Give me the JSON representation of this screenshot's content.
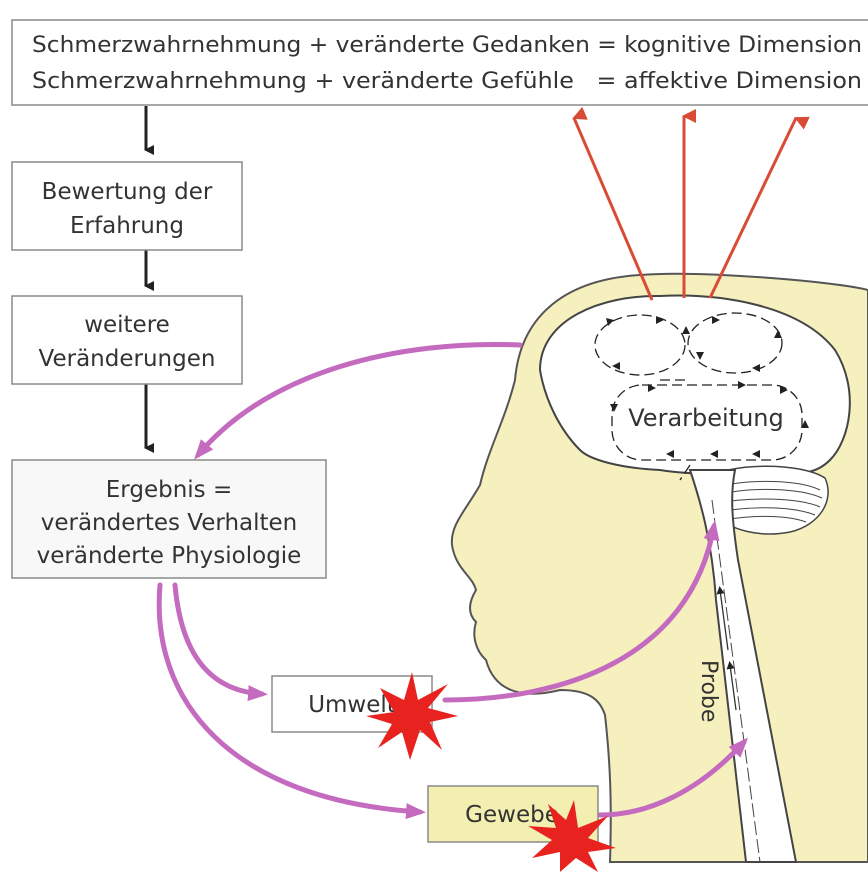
{
  "header": {
    "line1": "Schmerzwahrnehmung + veränderte Gedanken = kognitive Dimension",
    "line2": "Schmerzwahrnehmung + veränderte Gefühle   = affektive Dimension"
  },
  "steps": {
    "bewertung": [
      "Bewertung der",
      "Erfahrung"
    ],
    "veraenderungen": [
      "weitere",
      "Veränderungen"
    ],
    "ergebnis": [
      "Ergebnis =",
      "verändertes Verhalten",
      "veränderte Physiologie"
    ]
  },
  "labels": {
    "verarbeitung": "Verarbeitung",
    "probe": "Probe",
    "umwelt": "Umwelt",
    "gewebe": "Gewebe"
  },
  "colors": {
    "head_fill": "#f6f0bf",
    "magenta_arrow": "#c46bbf",
    "red_arrow": "#d94b35",
    "star": "#e8231f",
    "box_border": "#8a8a8a",
    "gewebe_fill": "#f3efb0"
  }
}
